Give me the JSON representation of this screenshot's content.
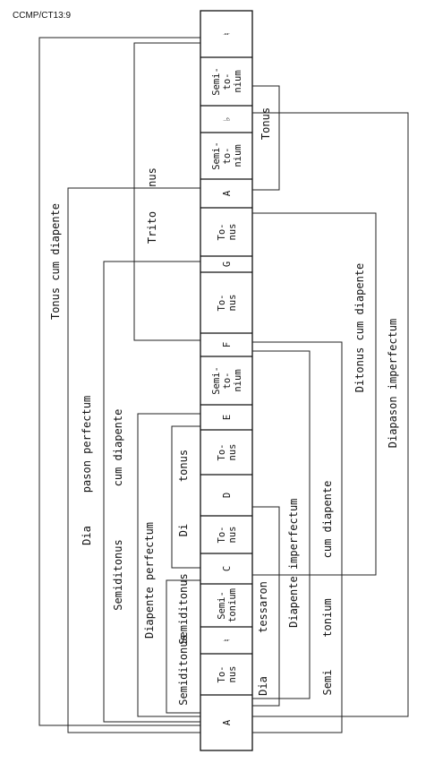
{
  "header": {
    "code": "CCMP/CT13:9"
  },
  "scale": [
    {
      "cell": [
        "A"
      ]
    },
    {
      "cell": [
        "To-",
        "nus"
      ]
    },
    {
      "cell": [
        "♮"
      ]
    },
    {
      "cell": [
        "Semi-",
        "tonium"
      ]
    },
    {
      "cell": [
        "C"
      ]
    },
    {
      "cell": [
        "To-",
        "nus"
      ]
    },
    {
      "cell": [
        "D"
      ]
    },
    {
      "cell": [
        "To-",
        "nus"
      ]
    },
    {
      "cell": [
        "E"
      ]
    },
    {
      "cell": [
        "Semi-",
        "to-",
        "nium"
      ]
    },
    {
      "cell": [
        "F"
      ]
    },
    {
      "cell": [
        "To-",
        "nus"
      ]
    },
    {
      "cell": [
        "G"
      ]
    },
    {
      "cell": [
        "To-",
        "nus"
      ]
    },
    {
      "cell": [
        "A"
      ]
    },
    {
      "cell": [
        "Semi-",
        "to-",
        "nium"
      ]
    },
    {
      "cell": [
        "♭"
      ]
    },
    {
      "cell": [
        "Semi-",
        "to-",
        "nium"
      ]
    },
    {
      "cell": [
        "♮"
      ]
    }
  ],
  "intervals": {
    "tonus_cum_diapente": "Tonus cum diapente",
    "dia_pason_perfectum_1": "Dia",
    "dia_pason_perfectum_2": "pason perfectum",
    "semiditonus_cum_diapente_1": "Semiditonus",
    "semiditonus_cum_diapente_2": "cum diapente",
    "diapente_perfectum": "Diapente perfectum",
    "semiditonus_low": "Semiditonus",
    "semiditonus_inner": "Semiditonus",
    "ditonus_1": "Di",
    "ditonus_2": "tonus",
    "tritonus_1": "Trito",
    "tritonus_2": "nus",
    "tonus_top": "Tonus",
    "diatessaron_1": "Dia",
    "diatessaron_2": "tessaron",
    "diapente_imperfectum_1": "Dia",
    "diapente_imperfectum_2": "pente imperfectum",
    "semitonium_cum_diapente_1": "Semi",
    "semitonium_cum_diapente_2": "tonium",
    "semitonium_cum_diapente_3": "cum diapente",
    "ditonus_cum_diapente": "Ditonus cum diapente",
    "diapason_imperfectum": "Diapason imperfectum"
  }
}
